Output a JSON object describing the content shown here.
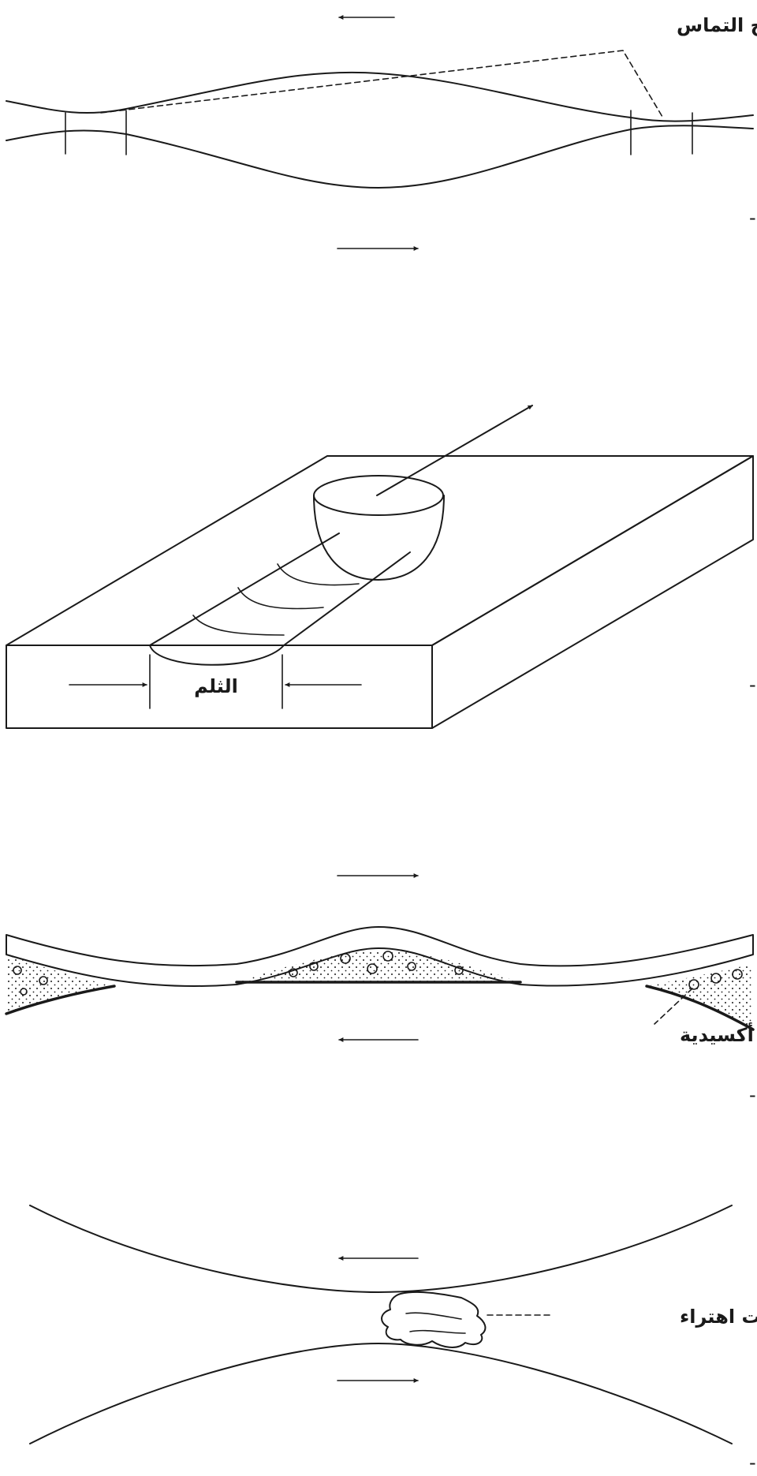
{
  "panel_a": {
    "letter": "- أ -",
    "contact_surfaces": "سطوح التماس"
  },
  "panel_b": {
    "letter": "- ب -",
    "groove": "الثلم"
  },
  "panel_c": {
    "letter": "- جـ -",
    "oxide_particles": "جزيئات أكسيدية"
  },
  "panel_d": {
    "letter": "- د -",
    "wear_particles": "جزيئات اهتراء"
  }
}
